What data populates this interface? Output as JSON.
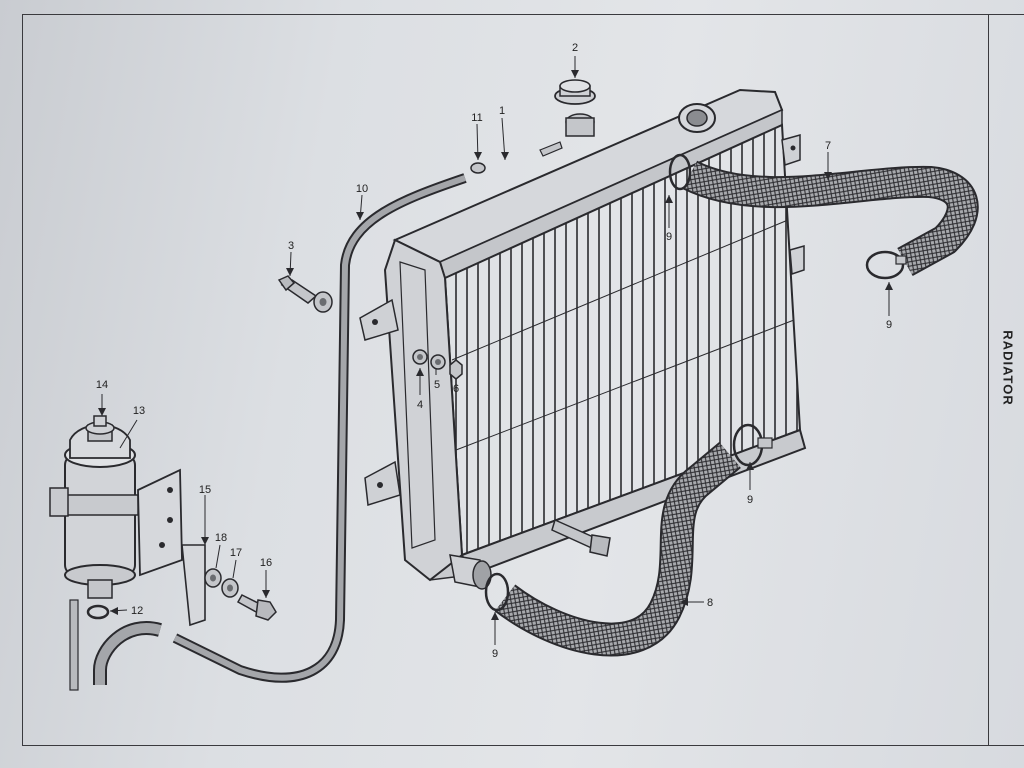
{
  "page": {
    "section_title": "RADIATOR"
  },
  "callouts": [
    {
      "id": "c1",
      "text": "1"
    },
    {
      "id": "c2",
      "text": "2"
    },
    {
      "id": "c3",
      "text": "3"
    },
    {
      "id": "c4",
      "text": "4"
    },
    {
      "id": "c5",
      "text": "5"
    },
    {
      "id": "c6",
      "text": "6"
    },
    {
      "id": "c7",
      "text": "7"
    },
    {
      "id": "c8",
      "text": "8"
    },
    {
      "id": "c9a",
      "text": "9"
    },
    {
      "id": "c9b",
      "text": "9"
    },
    {
      "id": "c9c",
      "text": "9"
    },
    {
      "id": "c9d",
      "text": "9"
    },
    {
      "id": "c10",
      "text": "10"
    },
    {
      "id": "c11",
      "text": "11"
    },
    {
      "id": "c12",
      "text": "12"
    },
    {
      "id": "c13",
      "text": "13"
    },
    {
      "id": "c14",
      "text": "14"
    },
    {
      "id": "c15",
      "text": "15"
    },
    {
      "id": "c16",
      "text": "16"
    },
    {
      "id": "c17",
      "text": "17"
    },
    {
      "id": "c18",
      "text": "18"
    }
  ],
  "colors": {
    "ink": "#2a2a2e",
    "paper": "#e0e2e5",
    "hose_fill": "#9a9ca0",
    "metal": "#d2d4d8"
  }
}
